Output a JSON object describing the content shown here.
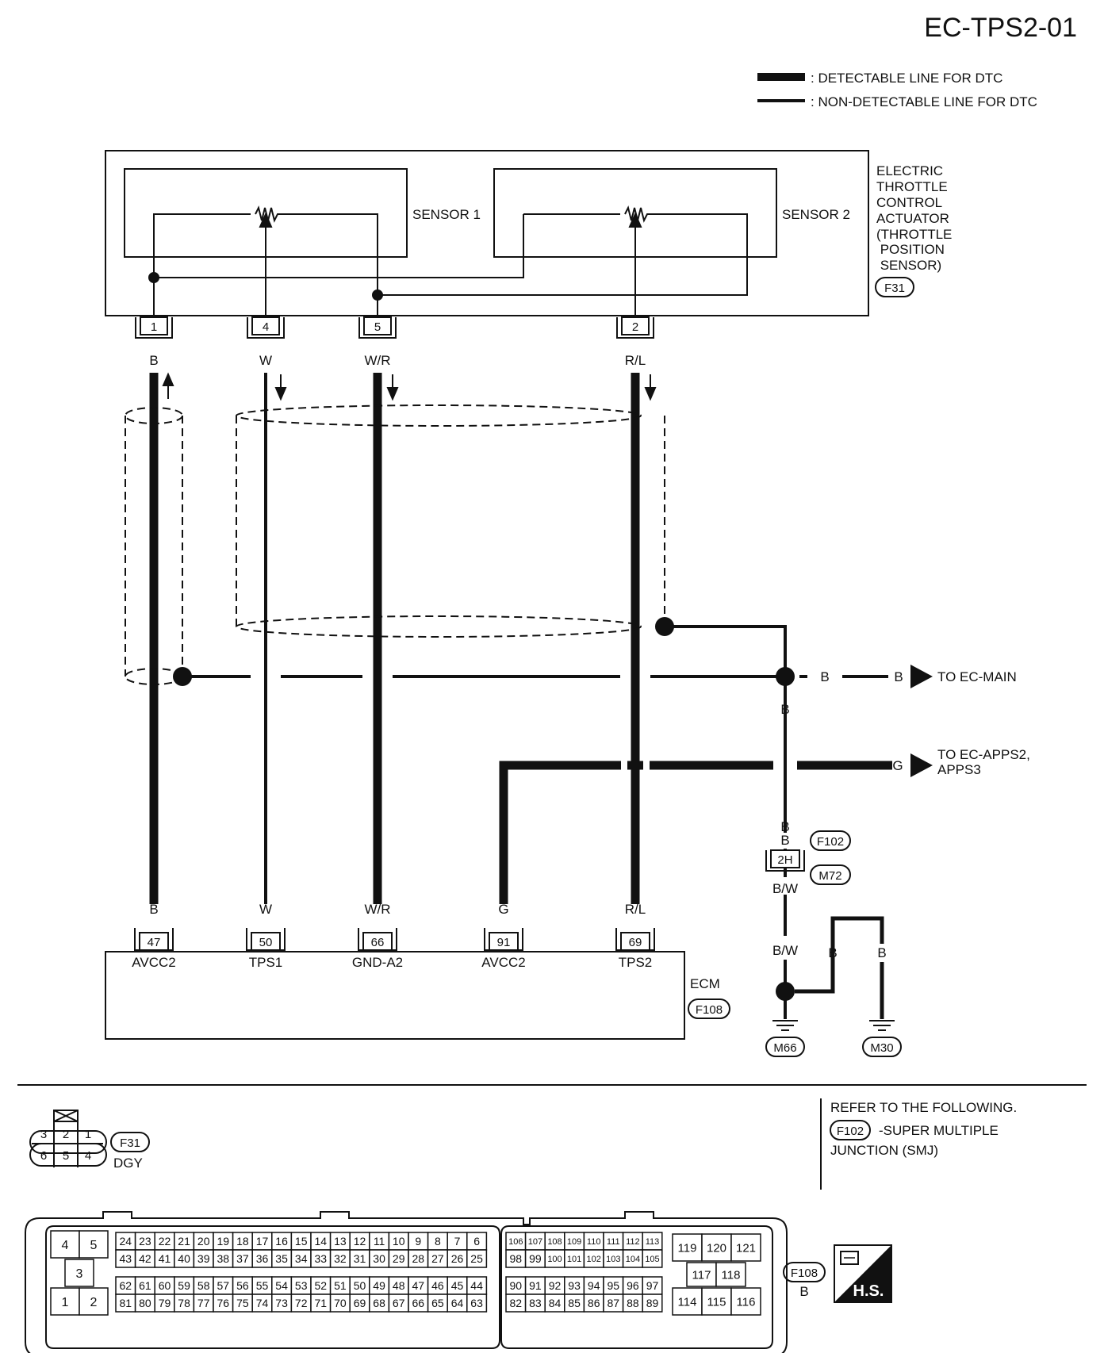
{
  "header": {
    "title": "EC-TPS2-01"
  },
  "legend": [
    {
      "label": ": DETECTABLE LINE FOR DTC"
    },
    {
      "label": ": NON-DETECTABLE LINE FOR DTC"
    }
  ],
  "actuator": {
    "name_lines": [
      "ELECTRIC",
      "THROTTLE",
      "CONTROL",
      "ACTUATOR",
      "(THROTTLE",
      " POSITION",
      " SENSOR)"
    ],
    "connector": "F31",
    "sensor1": "SENSOR 1",
    "sensor2": "SENSOR 2",
    "terminals": [
      "1",
      "4",
      "5",
      "2"
    ],
    "wire_colors_top": [
      "B",
      "W",
      "W/R",
      "R/L"
    ]
  },
  "ecm": {
    "name": "ECM",
    "connector": "F108",
    "terminals": [
      {
        "pin": "47",
        "label": "AVCC2",
        "wire": "B"
      },
      {
        "pin": "50",
        "label": "TPS1",
        "wire": "W"
      },
      {
        "pin": "66",
        "label": "GND-A2",
        "wire": "W/R"
      },
      {
        "pin": "91",
        "label": "AVCC2",
        "wire": "G"
      },
      {
        "pin": "69",
        "label": "TPS2",
        "wire": "R/L"
      }
    ]
  },
  "ground": {
    "wire_b1": "B",
    "wire_b2": "B",
    "wire_b3": "B",
    "to_main": "TO EC-MAIN",
    "to_apps_lines": [
      "TO EC-APPS2,",
      "APPS3"
    ],
    "wire_g": "G",
    "junction_pin": "2H",
    "junction_conn1": "F102",
    "junction_conn2": "M72",
    "wire_bw1": "B/W",
    "wire_bw2": "B/W",
    "wire_gb1": "B",
    "wire_gb2": "B",
    "ground1": "M66",
    "ground2": "M30"
  },
  "footer": {
    "refer_title": "REFER TO THE FOLLOWING.",
    "refer_conn": "F102",
    "refer_text1": "-SUPER MULTIPLE",
    "refer_text2": "JUNCTION (SMJ)",
    "f31_conn": "F31",
    "f31_color": "DGY",
    "f31_pins_top": [
      "3",
      "2",
      "1"
    ],
    "f31_pins_bottom": [
      "6",
      "5",
      "4"
    ],
    "f108_conn": "F108",
    "f108_color": "B",
    "hs_label": "H.S.",
    "ecm_left_pins": [
      "4",
      "5",
      "3",
      "1",
      "2"
    ],
    "ecm_row1": [
      "24",
      "23",
      "22",
      "21",
      "20",
      "19",
      "18",
      "17",
      "16",
      "15",
      "14",
      "13",
      "12",
      "11",
      "10",
      "9",
      "8",
      "7",
      "6"
    ],
    "ecm_row2": [
      "43",
      "42",
      "41",
      "40",
      "39",
      "38",
      "37",
      "36",
      "35",
      "34",
      "33",
      "32",
      "31",
      "30",
      "29",
      "28",
      "27",
      "26",
      "25"
    ],
    "ecm_row3": [
      "62",
      "61",
      "60",
      "59",
      "58",
      "57",
      "56",
      "55",
      "54",
      "53",
      "52",
      "51",
      "50",
      "49",
      "48",
      "47",
      "46",
      "45",
      "44"
    ],
    "ecm_row4": [
      "81",
      "80",
      "79",
      "78",
      "77",
      "76",
      "75",
      "74",
      "73",
      "72",
      "71",
      "70",
      "69",
      "68",
      "67",
      "66",
      "65",
      "64",
      "63"
    ],
    "ecm_mid_row1": [
      "106",
      "107",
      "108",
      "109",
      "110",
      "111",
      "112",
      "113"
    ],
    "ecm_mid_row2": [
      "98",
      "99",
      "100",
      "101",
      "102",
      "103",
      "104",
      "105"
    ],
    "ecm_mid_row3": [
      "90",
      "91",
      "92",
      "93",
      "94",
      "95",
      "96",
      "97"
    ],
    "ecm_mid_row4": [
      "82",
      "83",
      "84",
      "85",
      "86",
      "87",
      "88",
      "89"
    ],
    "ecm_right_row1": [
      "119",
      "120",
      "121"
    ],
    "ecm_right_row2": [
      "117",
      "118"
    ],
    "ecm_right_row3": [
      "114",
      "115",
      "116"
    ]
  },
  "colors": {
    "ink": "#111111",
    "background": "#ffffff"
  }
}
